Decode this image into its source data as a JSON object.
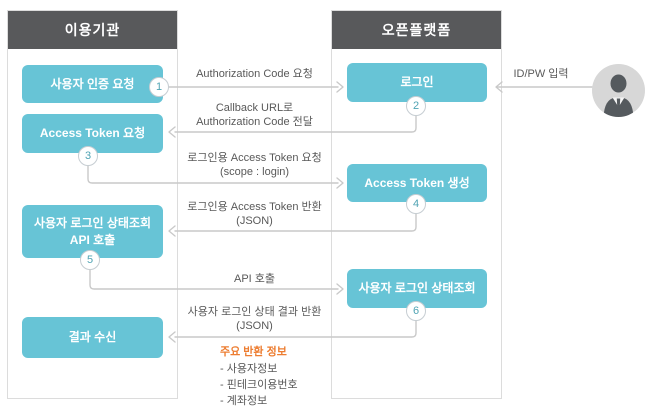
{
  "colors": {
    "accent_blue": "#67c4d6",
    "header_gray": "#58595b",
    "line_gray": "#c9c9c9",
    "text_gray": "#595959",
    "badge_number": "#4fa3b3",
    "highlight_orange": "#ed7d31"
  },
  "left_panel": {
    "title": "이용기관"
  },
  "right_panel": {
    "title": "오픈플랫폼"
  },
  "nodes": {
    "left": [
      {
        "label": "사용자 인증 요청",
        "badge": "1"
      },
      {
        "label": "Access Token 요청",
        "badge": "3"
      },
      {
        "lines": [
          "사용자 로그인 상태조회",
          "API 호출"
        ],
        "badge": "5"
      },
      {
        "label": "결과 수신"
      }
    ],
    "right": [
      {
        "label": "로그인",
        "badge": "2"
      },
      {
        "label": "Access Token 생성",
        "badge": "4"
      },
      {
        "label": "사용자 로그인 상태조회",
        "badge": "6"
      }
    ]
  },
  "flows": [
    {
      "direction": "right",
      "lines": [
        "Authorization Code 요청"
      ]
    },
    {
      "direction": "left",
      "lines": [
        "Callback URL로",
        "Authorization Code 전달"
      ]
    },
    {
      "direction": "right",
      "lines": [
        "로그인용 Access Token 요청",
        "(scope : login)"
      ]
    },
    {
      "direction": "left",
      "lines": [
        "로그인용 Access Token 반환",
        "(JSON)"
      ]
    },
    {
      "direction": "right",
      "lines": [
        "API 호출"
      ]
    },
    {
      "direction": "left",
      "lines": [
        "사용자 로그인 상태 결과 반환",
        "(JSON)"
      ]
    }
  ],
  "actor": {
    "flow_label": "ID/PW 입력",
    "icon": "businessman-avatar"
  },
  "return_info": {
    "title": "주요 반환 정보",
    "items": [
      "- 사용자정보",
      "- 핀테크이용번호",
      "- 계좌정보"
    ]
  }
}
